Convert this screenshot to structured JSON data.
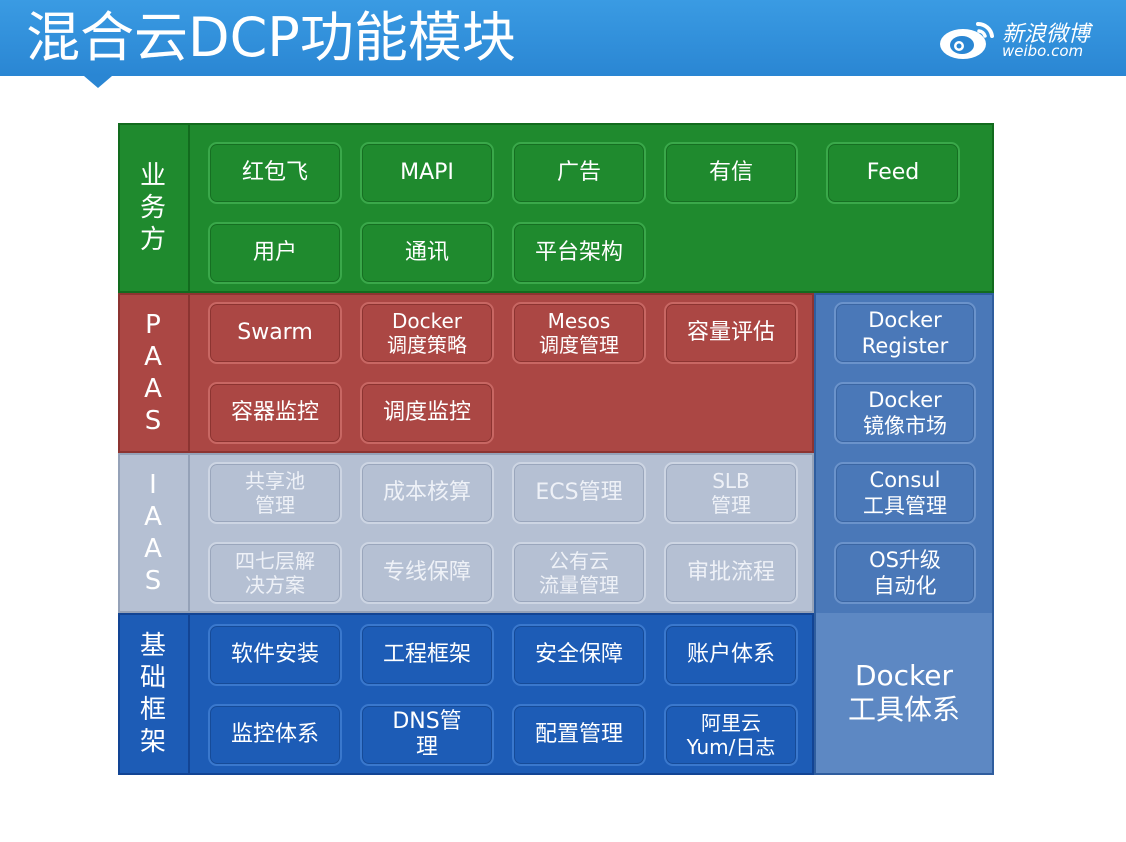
{
  "header": {
    "title": "混合云DCP功能模块"
  },
  "logo": {
    "name_cn": "新浪微博",
    "name_en": "weibo.com"
  },
  "colors": {
    "header": "#2a86d3",
    "business": "#1f8a2e",
    "paas": "#ab4744",
    "iaas": "#b5c0d3",
    "base": "#1d5cb6",
    "docker": "#4a78b8"
  },
  "rows": {
    "business": {
      "label": "业\n务\n方",
      "items": [
        "红包飞",
        "MAPI",
        "广告",
        "有信",
        "Feed",
        "用户",
        "通讯",
        "平台架构"
      ]
    },
    "paas": {
      "label": "P\nA\nA\nS",
      "items": [
        "Swarm",
        "Docker\n调度策略",
        "Mesos\n调度管理",
        "容量评估",
        "容器监控",
        "调度监控"
      ]
    },
    "iaas": {
      "label": "I\nA\nA\nS",
      "items": [
        "共享池\n管理",
        "成本核算",
        "ECS管理",
        "SLB\n管理",
        "四七层解\n决方案",
        "专线保障",
        "公有云\n流量管理",
        "审批流程"
      ]
    },
    "base": {
      "label": "基\n础\n框\n架",
      "items": [
        "软件安装",
        "工程框架",
        "安全保障",
        "账户体系",
        "监控体系",
        "DNS管\n理",
        "配置管理",
        "阿里云\nYum/日志"
      ]
    }
  },
  "docker": {
    "items": [
      "Docker\nRegister",
      "Docker\n镜像市场",
      "Consul\n工具管理",
      "OS升级\n自动化"
    ],
    "title": "Docker\n工具体系"
  }
}
